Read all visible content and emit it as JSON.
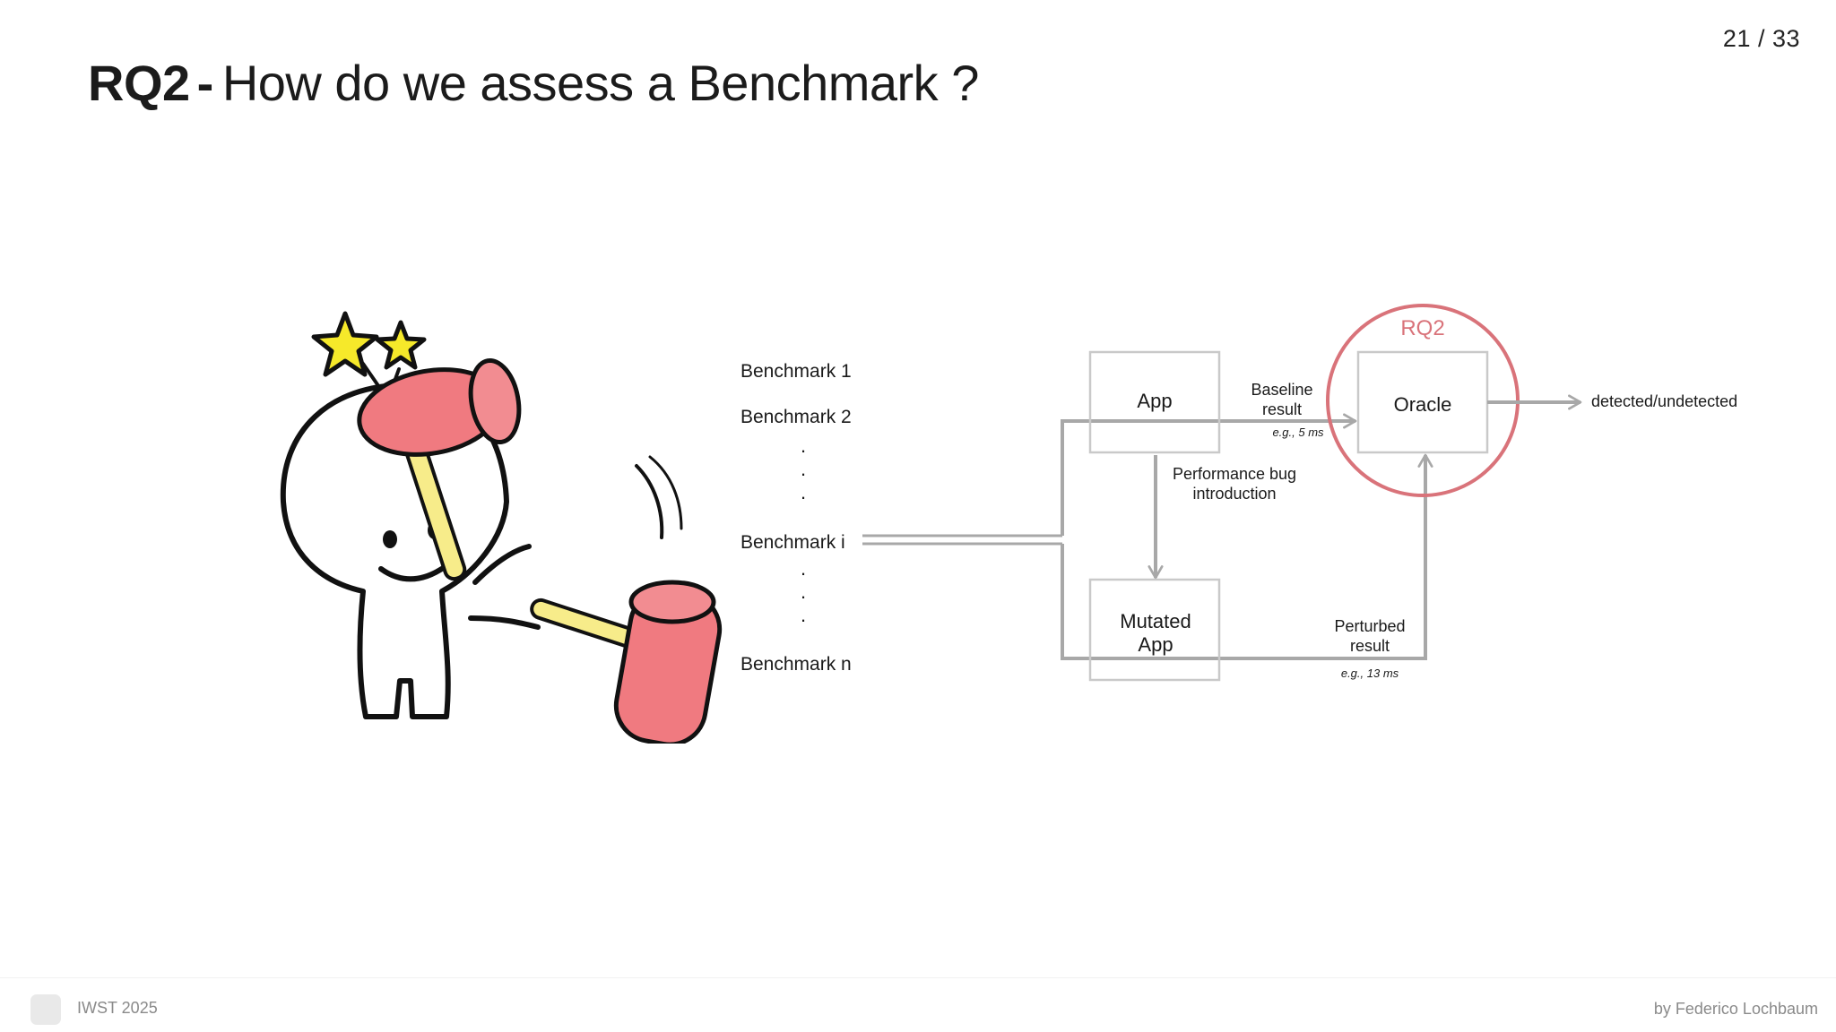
{
  "slide": {
    "page_counter": "21 / 33",
    "title_strong": "RQ2",
    "title_separator": "-",
    "title_rest": "How do we assess a Benchmark ?"
  },
  "illustration": {
    "icon": "cartoon-character-with-mallets"
  },
  "diagram": {
    "benchmarks": {
      "item_1": "Benchmark 1",
      "item_2": "Benchmark 2",
      "item_i": "Benchmark i",
      "item_n": "Benchmark n",
      "ellipsis_dot": "."
    },
    "nodes": {
      "app": "App",
      "mutated_app_line1": "Mutated",
      "mutated_app_line2": "App",
      "oracle": "Oracle"
    },
    "rq2_label": "RQ2",
    "baseline": {
      "line1": "Baseline",
      "line2": "result",
      "example": "e.g., 5 ms"
    },
    "perf_bug": {
      "line1": "Performance bug",
      "line2": "introduction"
    },
    "perturbed": {
      "line1": "Perturbed",
      "line2": "result",
      "example": "e.g., 13 ms"
    },
    "output": "detected/undetected",
    "colors": {
      "arrow": "#a8a8a8",
      "box_border": "#c9c9c9",
      "rq2_highlight": "#d9737a",
      "mallet": "#f07a80",
      "handle": "#f7ec8a",
      "star": "#f6e92a"
    }
  },
  "footer": {
    "event": "IWST 2025",
    "author": "by Federico Lochbaum"
  }
}
